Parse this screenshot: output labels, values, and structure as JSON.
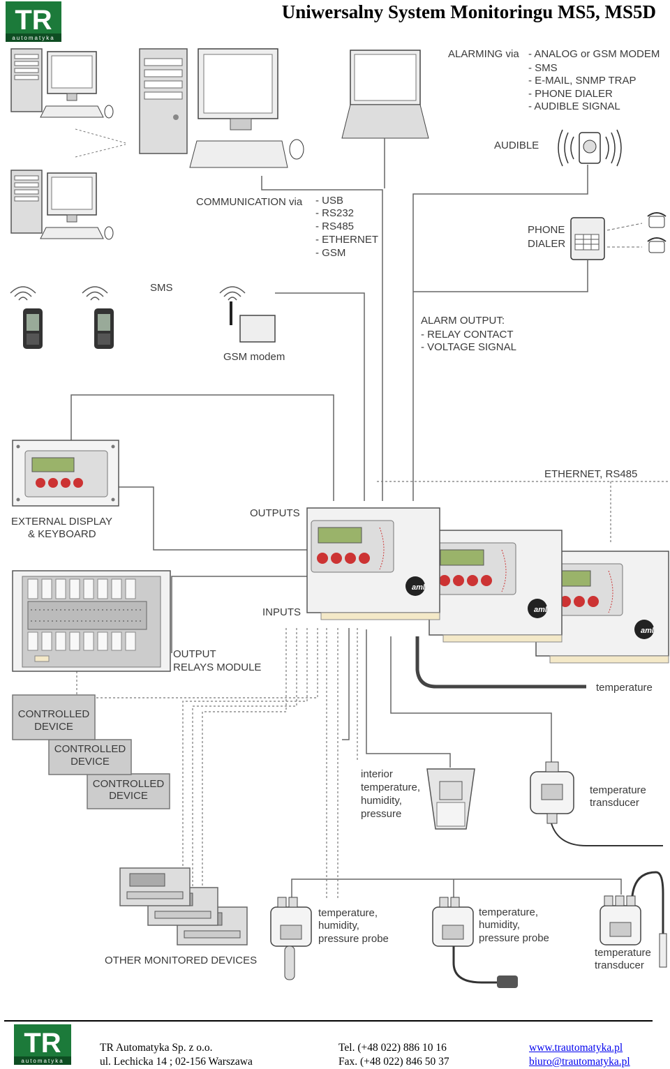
{
  "header": {
    "logo_text": "TR",
    "logo_sub": "automatyka",
    "title": "Uniwersalny System Monitoringu MS5, MS5D"
  },
  "diagram": {
    "alarming": {
      "lead": "ALARMING via",
      "items": [
        "- ANALOG or GSM MODEM",
        "- SMS",
        "- E-MAIL, SNMP TRAP",
        "- PHONE DIALER",
        "- AUDIBLE SIGNAL"
      ]
    },
    "audible": "AUDIBLE",
    "communication": {
      "lead": "COMMUNICATION via",
      "items": [
        "- USB",
        "- RS232",
        "- RS485",
        "- ETHERNET",
        "- GSM"
      ]
    },
    "phone_dialer": [
      "PHONE",
      "DIALER"
    ],
    "sms": "SMS",
    "gsm_modem": "GSM modem",
    "alarm_output": [
      "ALARM OUTPUT:",
      "- RELAY CONTACT",
      "- VOLTAGE SIGNAL"
    ],
    "ethernet": "ETHERNET, RS485",
    "external_display": [
      "EXTERNAL DISPLAY",
      "& KEYBOARD"
    ],
    "outputs": "OUTPUTS",
    "inputs": "INPUTS",
    "output_relays": [
      "OUTPUT",
      "RELAYS MODULE"
    ],
    "controlled_device": [
      "CONTROLLED",
      "DEVICE"
    ],
    "temperature": "temperature",
    "interior": [
      "interior",
      "temperature,",
      "humidity,",
      "pressure"
    ],
    "temp_transducer": [
      "temperature",
      "transducer"
    ],
    "probe": [
      "temperature,",
      "humidity,",
      "pressure probe"
    ],
    "other_devices": "OTHER MONITORED DEVICES"
  },
  "footer": {
    "company": "TR Automatyka Sp. z o.o.",
    "address": "ul. Lechicka 14 ; 02-156 Warszawa",
    "tel": "Tel. (+48 022) 886 10 16",
    "fax": "Fax. (+48 022) 846 50 37",
    "www": "www.trautomatyka.pl",
    "email": "biuro@trautomatyka.pl"
  }
}
